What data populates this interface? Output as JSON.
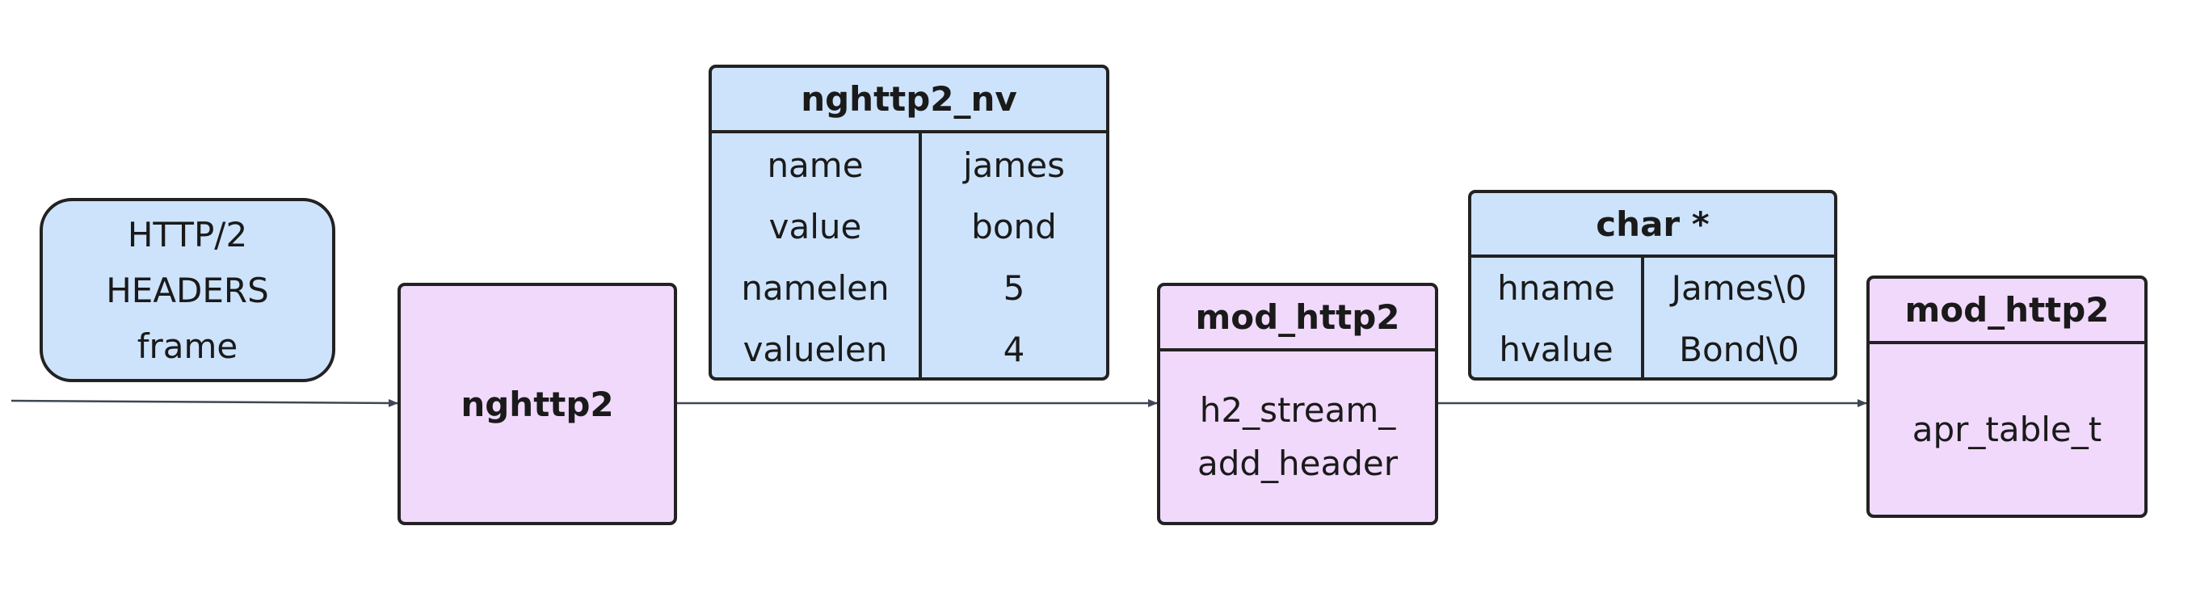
{
  "http_frame": {
    "lines": [
      "HTTP/2",
      "HEADERS",
      "frame"
    ]
  },
  "nghttp2_box": {
    "label": "nghttp2"
  },
  "nghttp2_nv": {
    "title": "nghttp2_nv",
    "rows": [
      {
        "field": "name",
        "value": "james"
      },
      {
        "field": "value",
        "value": "bond"
      },
      {
        "field": "namelen",
        "value": "5"
      },
      {
        "field": "valuelen",
        "value": "4"
      }
    ]
  },
  "h2_stream_box": {
    "title": "mod_http2",
    "lines": [
      "h2_stream_",
      "add_header"
    ]
  },
  "char_ptr": {
    "title": "char *",
    "rows": [
      {
        "field": "hname",
        "value": "James\\0"
      },
      {
        "field": "hvalue",
        "value": "Bond\\0"
      }
    ]
  },
  "apr_table_box": {
    "title": "mod_http2",
    "lines": [
      "apr_table_t"
    ]
  },
  "colors": {
    "struct_fill": "#cde3fb",
    "module_fill": "#f1d9fb",
    "stroke": "#222222",
    "arrow": "#3f4654"
  }
}
